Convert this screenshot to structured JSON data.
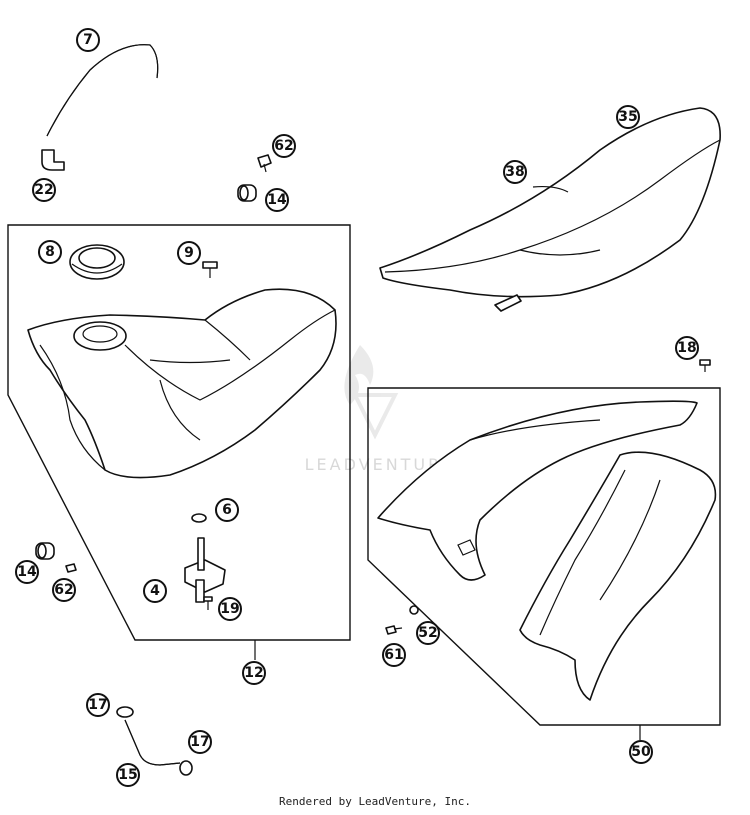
{
  "diagram": {
    "callouts": [
      {
        "id": "c7",
        "label": "7"
      },
      {
        "id": "c22",
        "label": "22"
      },
      {
        "id": "c62a",
        "label": "62"
      },
      {
        "id": "c14a",
        "label": "14"
      },
      {
        "id": "c35",
        "label": "35"
      },
      {
        "id": "c38",
        "label": "38"
      },
      {
        "id": "c8",
        "label": "8"
      },
      {
        "id": "c9",
        "label": "9"
      },
      {
        "id": "c18",
        "label": "18"
      },
      {
        "id": "c6",
        "label": "6"
      },
      {
        "id": "c4",
        "label": "4"
      },
      {
        "id": "c19",
        "label": "19"
      },
      {
        "id": "c14b",
        "label": "14"
      },
      {
        "id": "c62b",
        "label": "62"
      },
      {
        "id": "c12",
        "label": "12"
      },
      {
        "id": "c61",
        "label": "61"
      },
      {
        "id": "c52",
        "label": "52"
      },
      {
        "id": "c50",
        "label": "50"
      },
      {
        "id": "c17a",
        "label": "17"
      },
      {
        "id": "c17b",
        "label": "17"
      },
      {
        "id": "c15",
        "label": "15"
      }
    ],
    "watermark": "LEADVENTURE",
    "footer": "Rendered by LeadVenture, Inc."
  }
}
